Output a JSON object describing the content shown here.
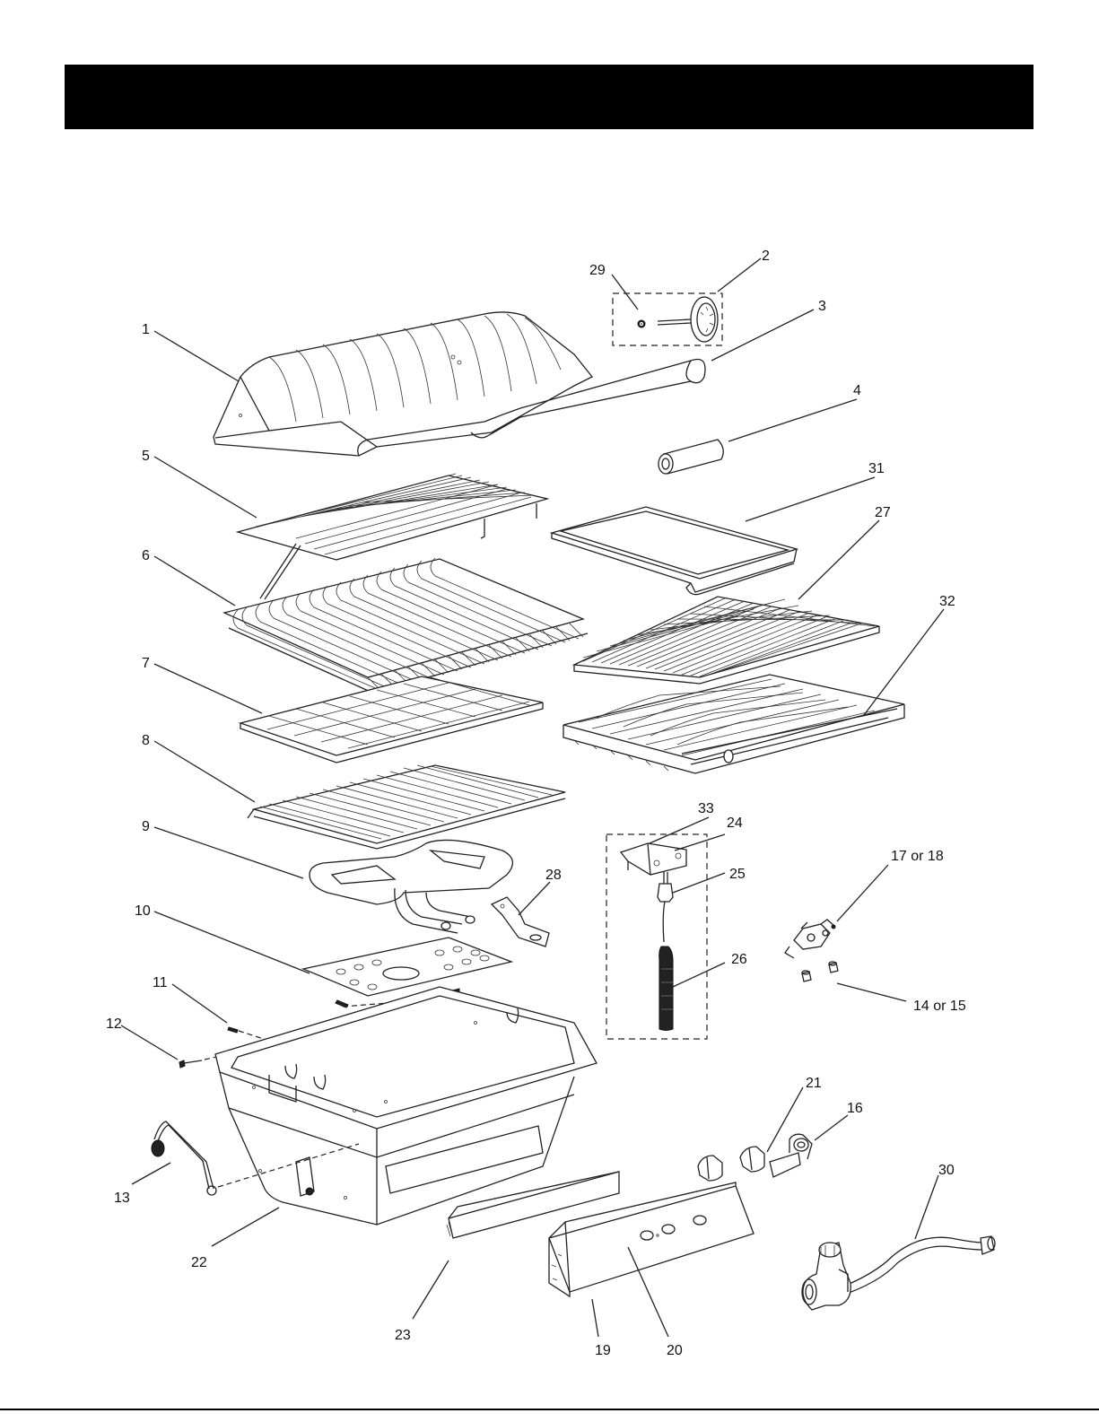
{
  "labels": {
    "p1": "1",
    "p2": "2",
    "p3": "3",
    "p4": "4",
    "p5": "5",
    "p6": "6",
    "p7": "7",
    "p8": "8",
    "p9": "9",
    "p10": "10",
    "p11": "11",
    "p12": "12",
    "p13": "13",
    "p14_15": "14 or 15",
    "p16": "16",
    "p17_18": "17 or 18",
    "p19": "19",
    "p20": "20",
    "p21": "21",
    "p22": "22",
    "p23": "23",
    "p24": "24",
    "p25": "25",
    "p26": "26",
    "p27": "27",
    "p28": "28",
    "p29": "29",
    "p30": "30",
    "p31": "31",
    "p32": "32",
    "p33": "33"
  },
  "colors": {
    "header": "#000000",
    "line": "#222222",
    "background": "#ffffff"
  }
}
